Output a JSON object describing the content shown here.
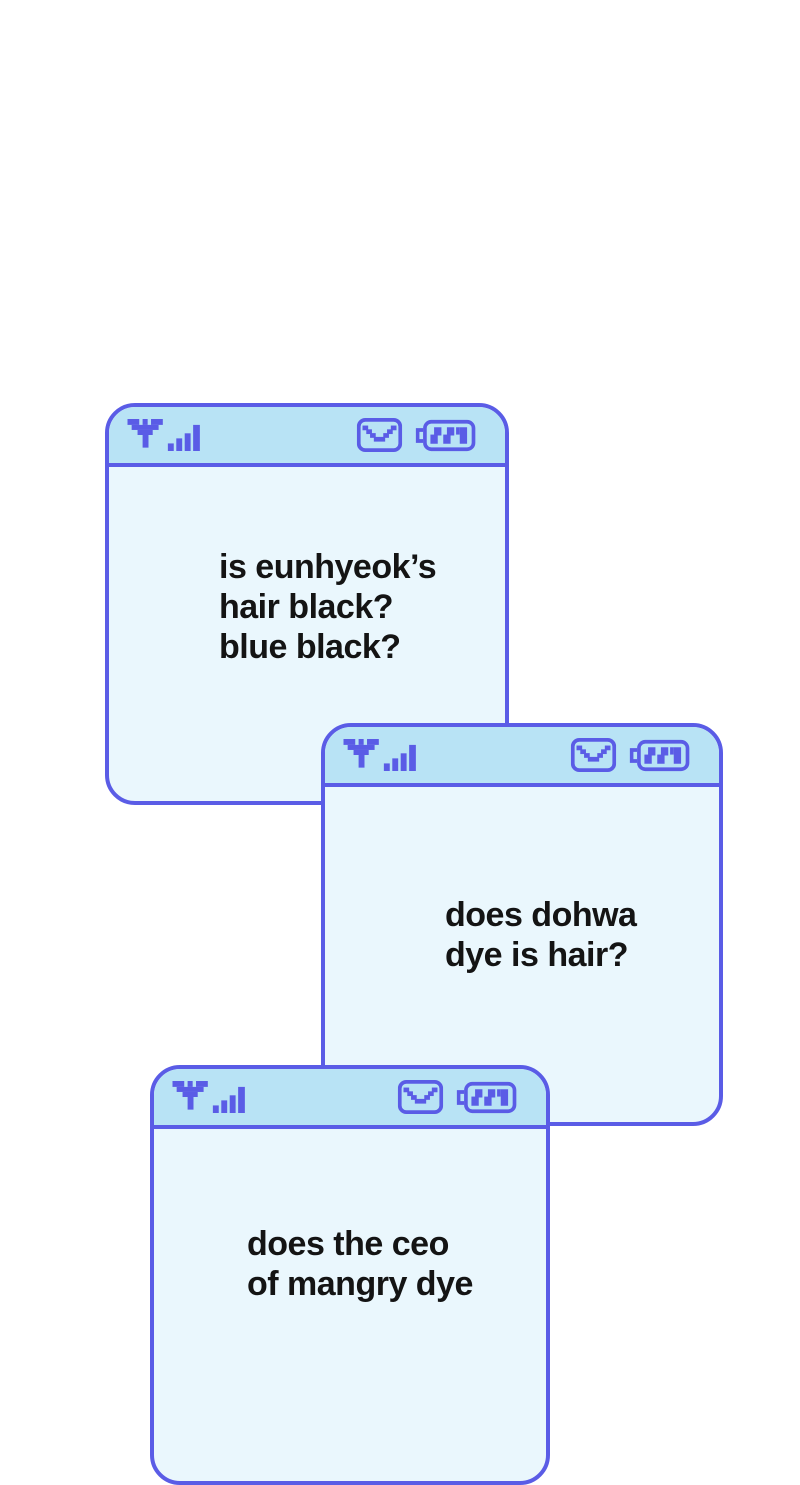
{
  "colors": {
    "accent": "#5a5ce6",
    "statusbar_fill": "#b8e3f5",
    "screen_fill": "#eaf7fd",
    "text": "#141414",
    "page_background": "#ffffff"
  },
  "windows": [
    {
      "id": "question-window-1",
      "status_icons": [
        "signal-strength-icon",
        "mail-icon",
        "battery-icon"
      ],
      "lines": [
        "is eunhyeok’s",
        "hair black?",
        "blue black?"
      ]
    },
    {
      "id": "question-window-2",
      "status_icons": [
        "signal-strength-icon",
        "mail-icon",
        "battery-icon"
      ],
      "lines": [
        "does dohwa",
        "dye is hair?"
      ]
    },
    {
      "id": "question-window-3",
      "status_icons": [
        "signal-strength-icon",
        "mail-icon",
        "battery-icon"
      ],
      "lines": [
        "does the ceo",
        "of mangry dye"
      ]
    }
  ]
}
